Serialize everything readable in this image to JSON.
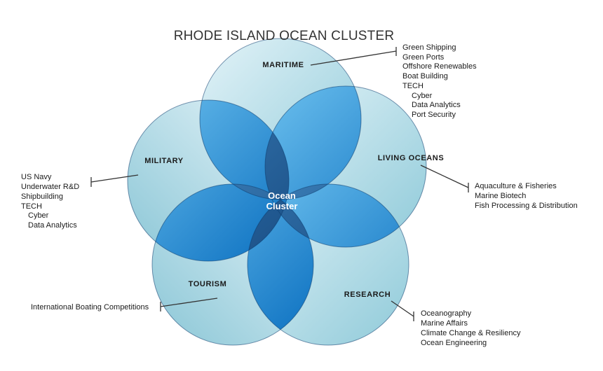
{
  "title": "RHODE ISLAND OCEAN CLUSTER",
  "center": {
    "line1": "Ocean",
    "line2": "Cluster"
  },
  "colors": {
    "outer_light": "#cfe9f1",
    "outer_mid": "#8fcad9",
    "lens_light": "#5db6e8",
    "lens_dark": "#0a70c2",
    "core": "#0d3f73",
    "text": "#1a1a1a"
  },
  "sectors": {
    "maritime": {
      "name": "MARITIME",
      "items": [
        "Green Shipping",
        "Green Ports",
        "Offshore Renewables",
        "Boat Building",
        "TECH",
        "Cyber",
        "Data Analytics",
        "Port Security"
      ]
    },
    "military": {
      "name": "MILITARY",
      "items": [
        "US Navy",
        "Underwater R&D",
        "Shipbuilding",
        "TECH",
        "Cyber",
        "Data Analytics"
      ]
    },
    "living_oceans": {
      "name": "LIVING OCEANS",
      "items": [
        "Aquaculture & Fisheries",
        "Marine Biotech",
        "Fish Processing & Distribution"
      ]
    },
    "tourism": {
      "name": "TOURISM",
      "items": [
        "International Boating Competitions"
      ]
    },
    "research": {
      "name": "RESEARCH",
      "items": [
        "Oceanography",
        "Marine Affairs",
        "Climate Change & Resiliency",
        "Ocean Engineering"
      ]
    }
  }
}
